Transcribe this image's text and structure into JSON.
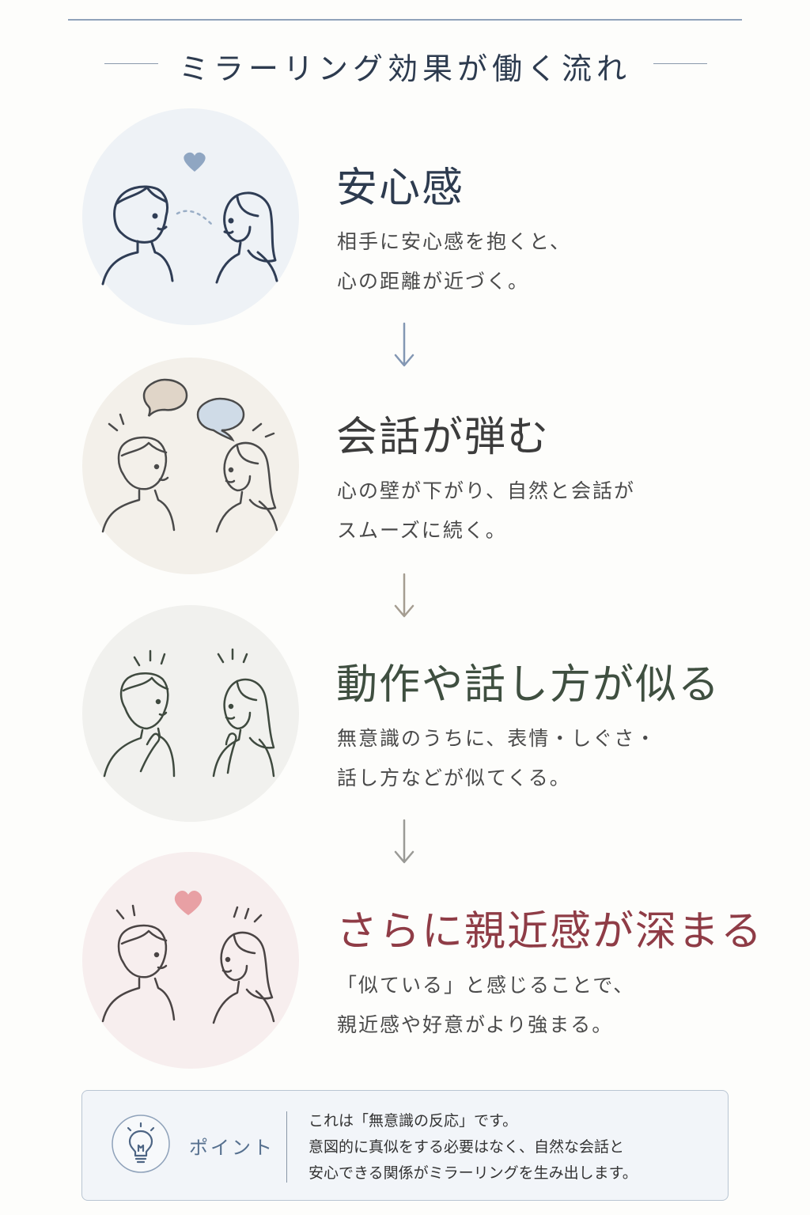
{
  "header": {
    "title": "ミラーリング効果が働く流れ"
  },
  "colors": {
    "step1_title": "#2d3b4f",
    "step2_title": "#3c3c3c",
    "step3_title": "#3f4f40",
    "step4_title": "#8f3c46",
    "step1_circle": "#eef2f6",
    "step2_circle": "#f3f0ea",
    "step3_circle": "#f1f1ee",
    "step4_circle": "#f7eeee",
    "accent_blue": "#5f7796"
  },
  "steps": [
    {
      "title": "安心感",
      "desc": [
        "相手に安心感を抱くと、",
        "心の距離が近づく。"
      ],
      "icon": "two-people-heart-icon"
    },
    {
      "title": "会話が弾む",
      "desc": [
        "心の壁が下がり、自然と会話が",
        "スムーズに続く。"
      ],
      "icon": "two-people-speech-bubbles-icon"
    },
    {
      "title": "動作や話し方が似る",
      "desc": [
        "無意識のうちに、表情・しぐさ・",
        "話し方などが似てくる。"
      ],
      "icon": "two-people-thinking-icon"
    },
    {
      "title": "さらに親近感が深まる",
      "desc": [
        "「似ている」と感じることで、",
        "親近感や好意がより強まる。"
      ],
      "icon": "two-people-pink-heart-icon"
    }
  ],
  "point": {
    "label": "ポイント",
    "icon": "lightbulb-icon",
    "lines": [
      "これは「無意識の反応」です。",
      "意図的に真似をする必要はなく、自然な会話と",
      "安心できる関係がミラーリングを生み出します。"
    ]
  }
}
